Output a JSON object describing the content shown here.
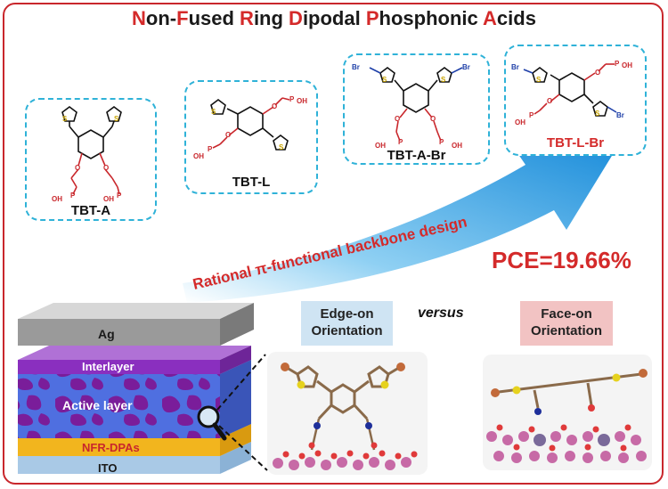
{
  "title": {
    "parts": [
      {
        "cap": "N",
        "rest": "on-"
      },
      {
        "cap": "F",
        "rest": "used "
      },
      {
        "cap": "R",
        "rest": "ing "
      },
      {
        "cap": "D",
        "rest": "ipodal "
      },
      {
        "cap": "P",
        "rest": "hosphonic "
      },
      {
        "cap": "A",
        "rest": "cids"
      }
    ]
  },
  "molecules": [
    {
      "label": "TBT-A",
      "highlight": false
    },
    {
      "label": "TBT-L",
      "highlight": false
    },
    {
      "label": "TBT-A-Br",
      "highlight": false
    },
    {
      "label": "TBT-L-Br",
      "highlight": true
    }
  ],
  "arrow_text": "Rational π-functional backbone design",
  "pce": "PCE=19.66%",
  "device_layers": [
    "Ag",
    "Interlayer",
    "Active layer",
    "NFR-DPAs",
    "ITO"
  ],
  "orientation": {
    "edge_on": "Edge-on Orientation",
    "versus": "versus",
    "face_on": "Face-on Orientation"
  },
  "atom_labels": {
    "sulfur": "S",
    "bromine": "Br",
    "hydroxyl": "OH",
    "oxygen": "O",
    "phosphorus": "P"
  },
  "colors": {
    "accent_red": "#d42a2a",
    "dash_blue": "#2fb2d8",
    "arrow_blue": "#2a9fe0",
    "edge_box": "#cfe4f3",
    "face_box": "#f2c3c3"
  }
}
